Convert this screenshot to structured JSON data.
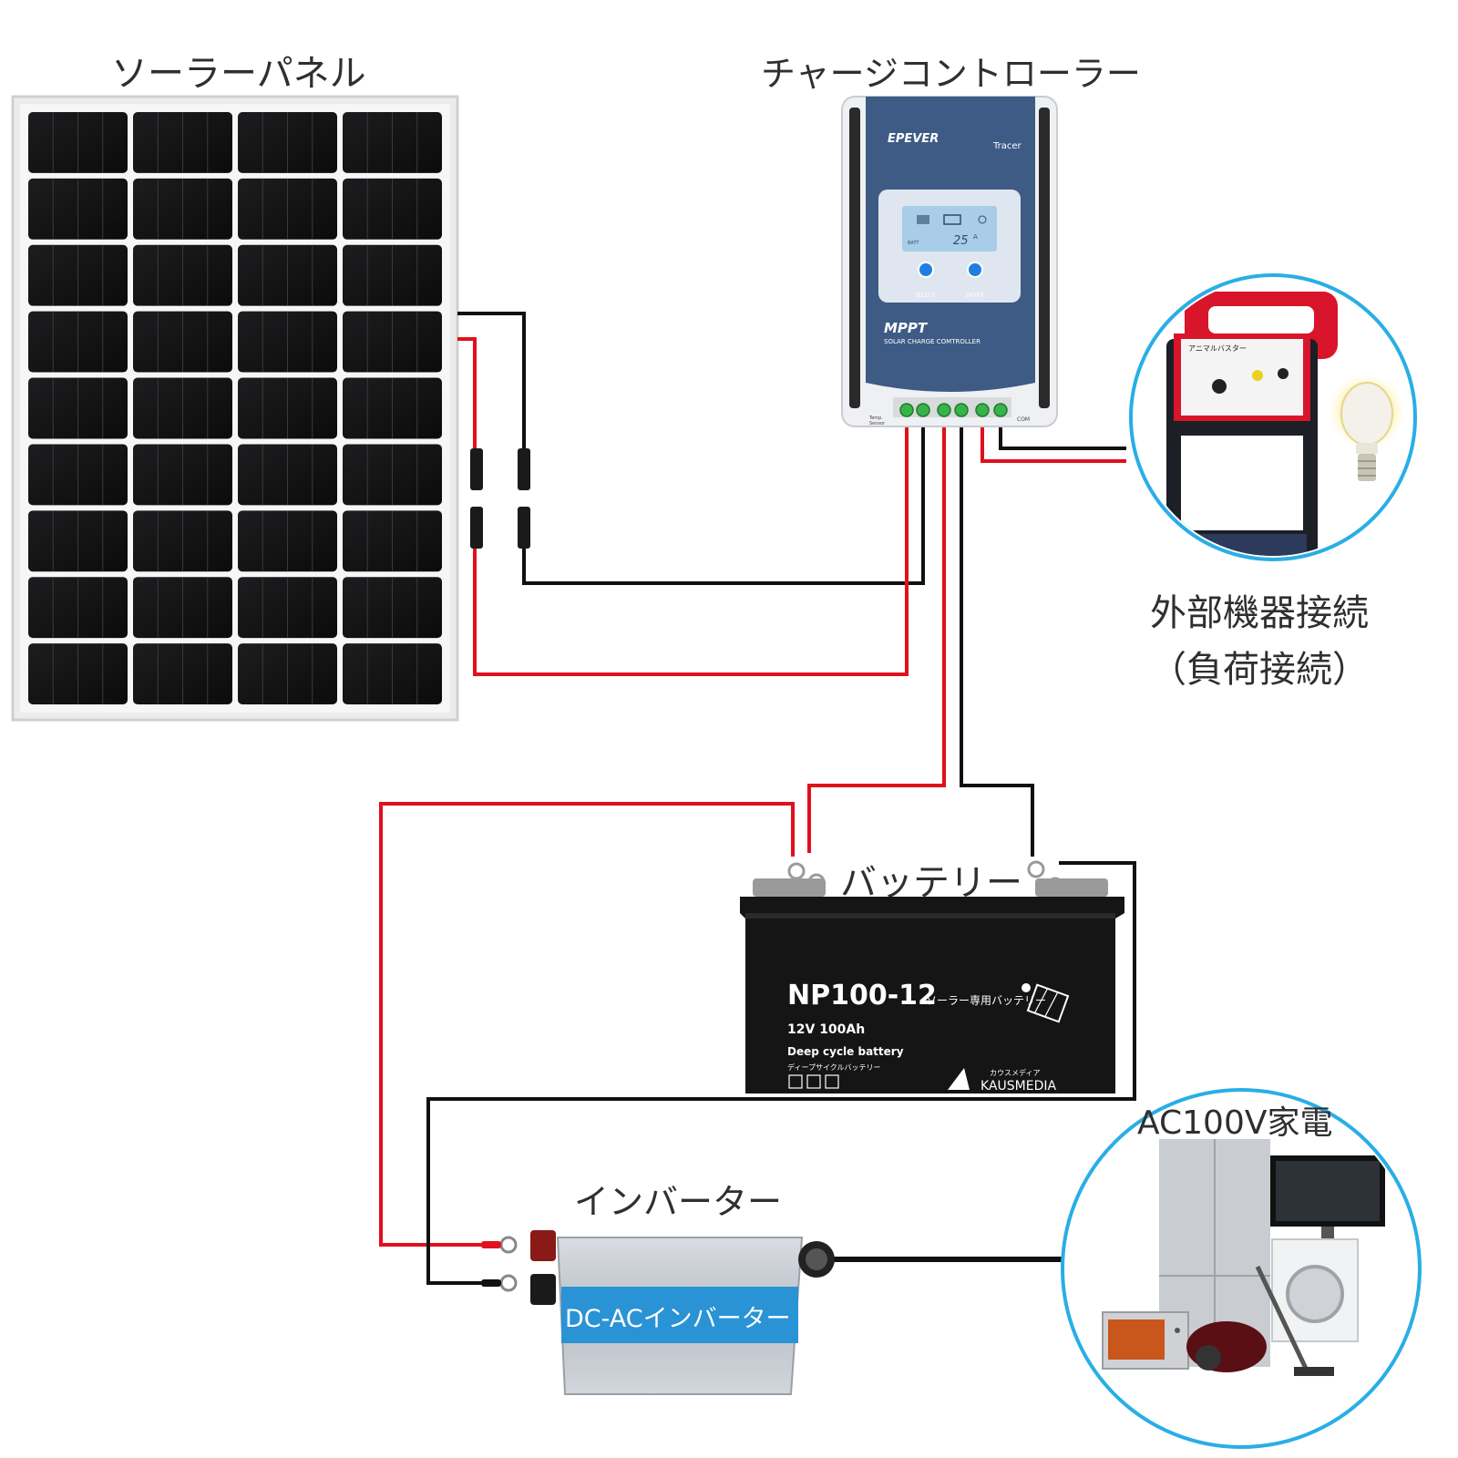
{
  "labels": {
    "solar_panel": "ソーラーパネル",
    "charge_controller": "チャージコントローラー",
    "external_device_line1": "外部機器接続",
    "external_device_line2": "（負荷接続）",
    "battery": "バッテリー",
    "inverter": "インバーター",
    "ac_appliances": "AC100V家電"
  },
  "controller": {
    "brand": "EPEVER",
    "model": "Tracer",
    "lcd_value": "25",
    "lcd_unit": "A",
    "lcd_batt": "BATT",
    "select_label": "SELECT",
    "enter_label": "ENTER",
    "mppt": "MPPT",
    "subtitle": "SOLAR CHARGE COMTROLLER",
    "temp_label_1": "Temp.",
    "temp_label_2": "Sensor",
    "com_label": "COM"
  },
  "battery_unit": {
    "model": "NP100-12",
    "model_sub": "ソーラー専用バッテリー",
    "spec": "12V 100Ah",
    "type_en": "Deep cycle battery",
    "type_jp": "ディープサイクルバッテリー",
    "maker_kana": "カウスメディア",
    "maker": "KAUSMEDIA"
  },
  "inverter_unit": {
    "band_text": "DC-ACインバーター"
  },
  "fence_device": {
    "name": "アニマルバスター"
  },
  "colors": {
    "wire_red": "#e0101c",
    "wire_black": "#111111",
    "circle_border": "#29aee6",
    "controller_blue": "#3e5b85",
    "inverter_band": "#2a93d5"
  }
}
